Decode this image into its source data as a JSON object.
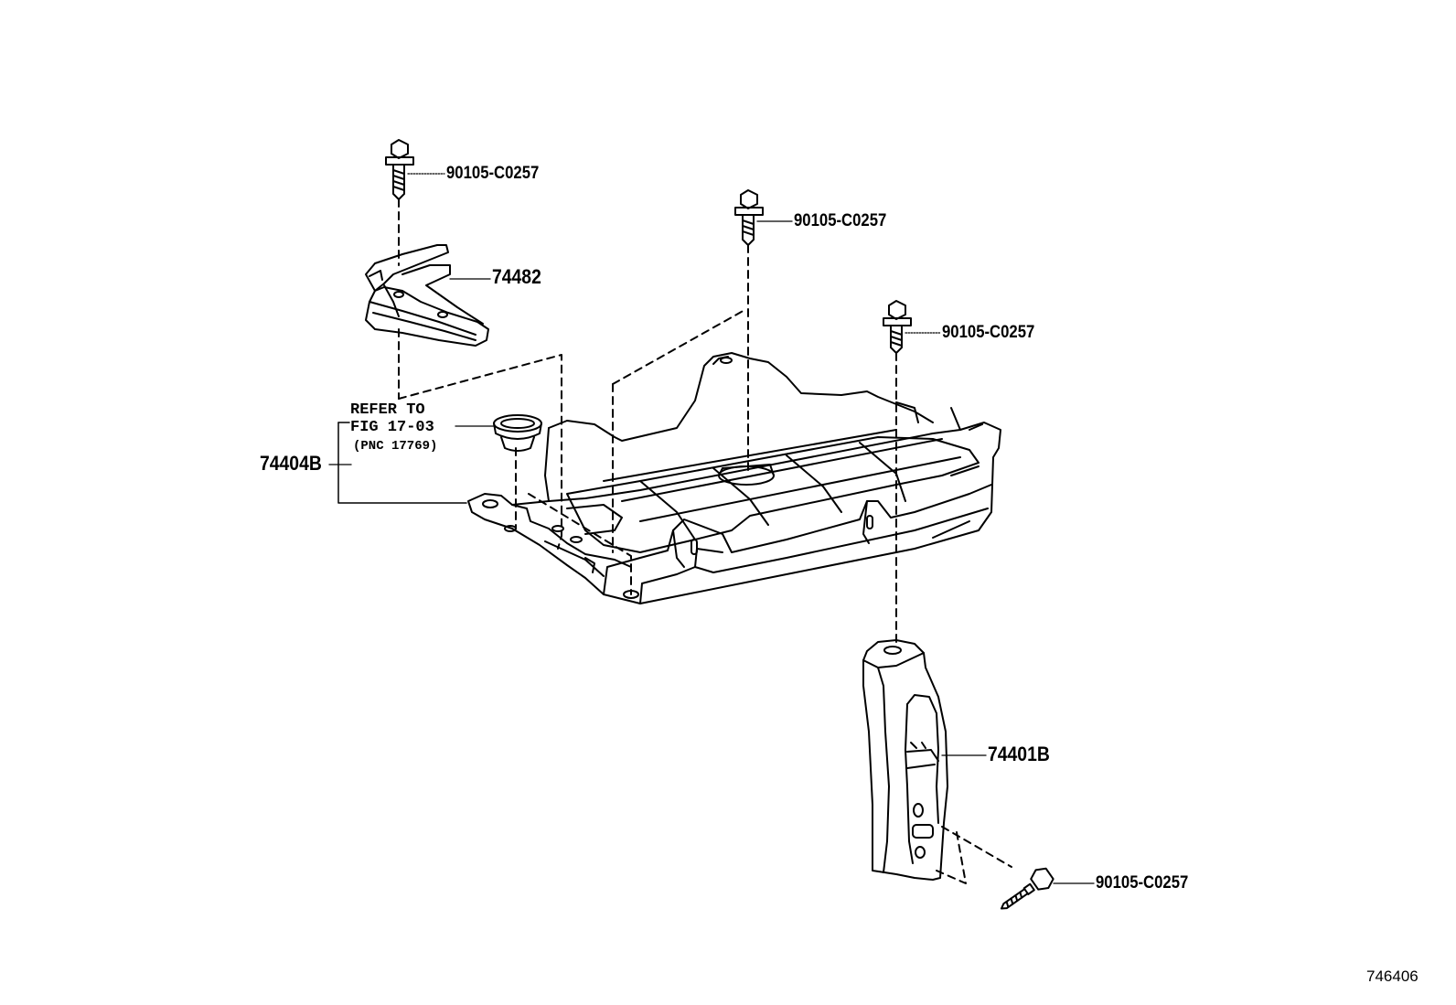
{
  "labels": {
    "bolt_top_left": "90105-C0257",
    "bolt_top_center": "90105-C0257",
    "bolt_top_right": "90105-C0257",
    "bolt_bottom_right": "90105-C0257",
    "bracket": "74482",
    "tray": "74404B",
    "support": "74401B"
  },
  "reference_note": {
    "line1": "REFER TO",
    "line2": "FIG 17-03",
    "line3": "(PNC 17769)"
  },
  "figure_id": "746406"
}
